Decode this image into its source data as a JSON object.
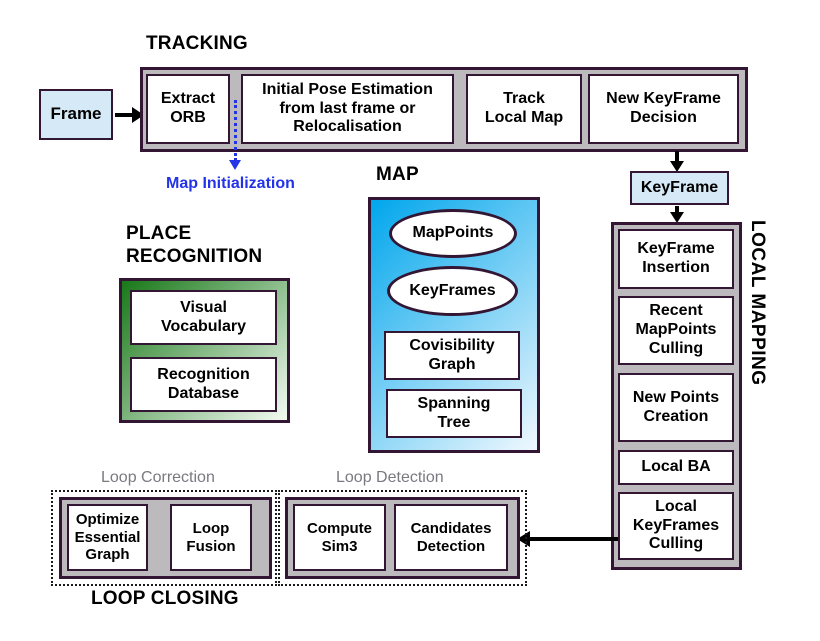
{
  "diagram": {
    "frame_label": "Frame",
    "tracking": {
      "title": "TRACKING",
      "extract_orb": "Extract ORB",
      "initial_pose": "Initial Pose Estimation from last frame or Relocalisation",
      "track_local_map": "Track Local Map",
      "new_keyframe_decision": "New KeyFrame Decision"
    },
    "map_initialization_label": "Map Initialization",
    "keyframe_label": "KeyFrame",
    "map": {
      "title": "MAP",
      "map_points": "MapPoints",
      "key_frames": "KeyFrames",
      "covisibility_graph": "Covisibility Graph",
      "spanning_tree": "Spanning Tree"
    },
    "place_recognition": {
      "title": "PLACE RECOGNITION",
      "visual_vocabulary": "Visual Vocabulary",
      "recognition_database": "Recognition Database"
    },
    "local_mapping": {
      "title": "LOCAL MAPPING",
      "keyframe_insertion": "KeyFrame Insertion",
      "recent_mappoints_culling": "Recent MapPoints Culling",
      "new_points_creation": "New Points Creation",
      "local_ba": "Local BA",
      "local_keyframes_culling": "Local KeyFrames Culling"
    },
    "loop_closing": {
      "title": "LOOP CLOSING",
      "loop_correction_label": "Loop Correction",
      "loop_detection_label": "Loop Detection",
      "optimize_essential_graph": "Optimize Essential Graph",
      "loop_fusion": "Loop Fusion",
      "compute_sim3": "Compute Sim3",
      "candidates_detection": "Candidates Detection"
    }
  },
  "colors": {
    "dark_border": "#331633",
    "container_gray": "#bdbabd",
    "light_blue_fill": "#d6e9f6",
    "map_gradient_start": "#00a6ec",
    "map_gradient_end": "#f0f8fe",
    "green_gradient_start": "#187818",
    "green_gradient_end": "#f3faf3",
    "blue_accent": "#2333e8",
    "muted_gray_label": "#797981"
  }
}
